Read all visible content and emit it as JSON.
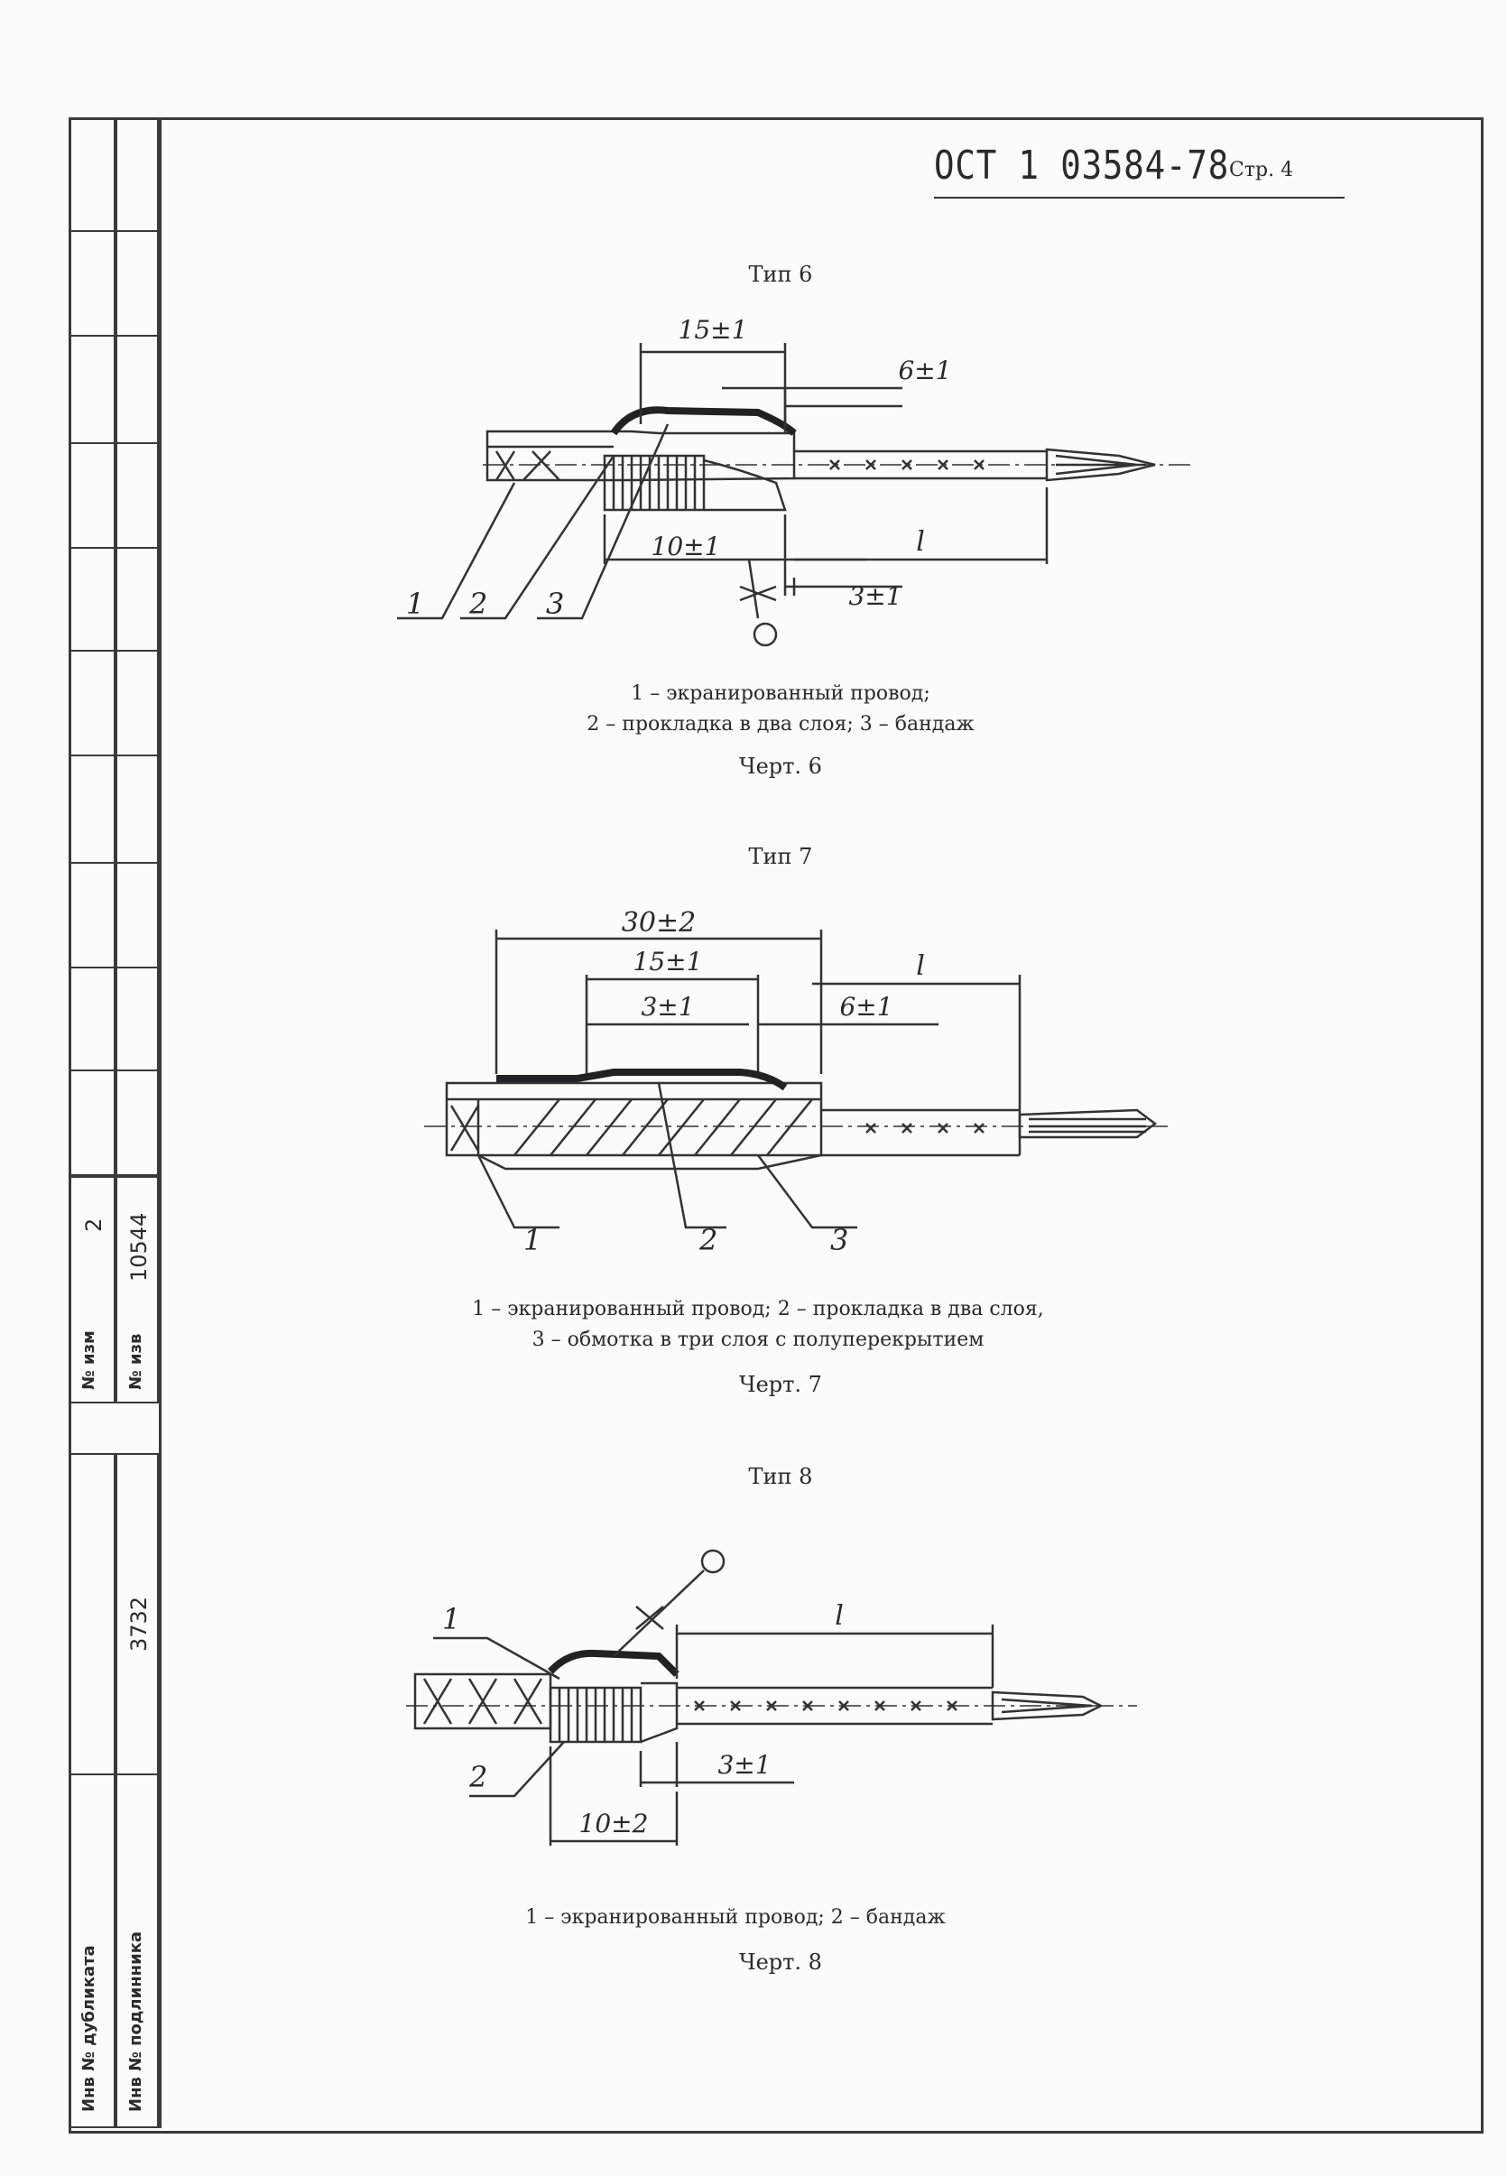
{
  "header": {
    "code": "ОСТ 1 03584-78",
    "page": "Стр. 4"
  },
  "figures": [
    {
      "type_title": "Тип 6",
      "dims": {
        "d1": "15±1",
        "d2": "6±1",
        "d3": "10±1",
        "d4": "3±1",
        "l": "l"
      },
      "callouts": [
        "1",
        "2",
        "3"
      ],
      "caption_lines": [
        "1 – экранированный провод;",
        "2 – прокладка в два слоя; 3 – бандаж"
      ],
      "label": "Черт. 6"
    },
    {
      "type_title": "Тип 7",
      "dims": {
        "d1": "30±2",
        "d2": "15±1",
        "d3": "3±1",
        "d4": "6±1",
        "l": "l"
      },
      "callouts": [
        "1",
        "2",
        "3"
      ],
      "caption_lines": [
        "1 – экранированный провод; 2 – прокладка в два слоя,",
        "3 – обмотка в три слоя с полуперекрытием"
      ],
      "label": "Черт. 7"
    },
    {
      "type_title": "Тип 8",
      "dims": {
        "d1": "3±1",
        "d2": "10±2",
        "l": "l"
      },
      "callouts": [
        "1",
        "2"
      ],
      "caption_lines": [
        "1 – экранированный провод; 2 – бандаж"
      ],
      "label": "Черт. 8"
    }
  ],
  "side_stamp": {
    "change_no_label": "№ изм",
    "change_no_value": "2",
    "notice_no_label": "№ изв",
    "notice_no_value": "10544",
    "duplicate_inv_label": "Инв № дубликата",
    "original_inv_label": "Инв № подлинника",
    "original_inv_value": "3732"
  }
}
